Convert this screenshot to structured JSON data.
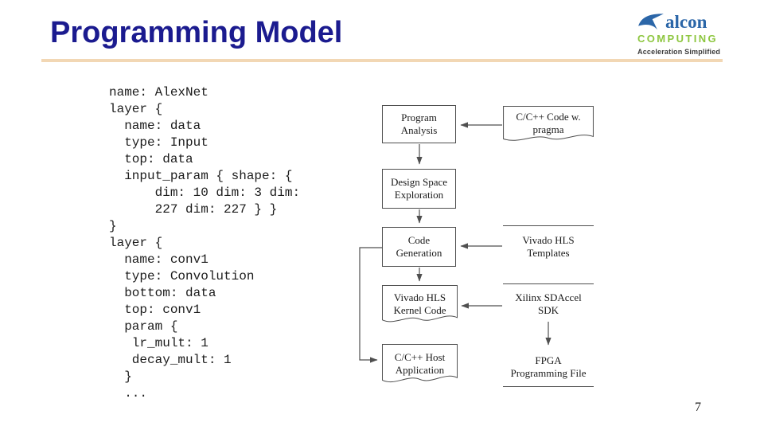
{
  "theme": {
    "title_color": "#1b1b8f",
    "rule_color": "#f2d7b4",
    "logo_blue": "#2b66a8",
    "logo_green": "#8dc63f",
    "line_color": "#4f4f4f",
    "text_color": "#1a1a1a"
  },
  "slide": {
    "title": "Programming Model",
    "page_number": "7"
  },
  "logo": {
    "name_rest": "alcon",
    "computing": "COMPUTING",
    "tagline": "Acceleration Simplified"
  },
  "code": {
    "text": "name: AlexNet\nlayer {\n  name: data\n  type: Input\n  top: data\n  input_param { shape: {\n      dim: 10 dim: 3 dim:\n      227 dim: 227 } }\n}\nlayer {\n  name: conv1\n  type: Convolution\n  bottom: data\n  top: conv1\n  param {\n   lr_mult: 1\n   decay_mult: 1\n  }\n  ..."
  },
  "flowchart": {
    "nodes": {
      "program_analysis": {
        "label": "Program\nAnalysis",
        "shape": "rect"
      },
      "design_space_exploration": {
        "label": "Design Space\nExploration",
        "shape": "rect"
      },
      "code_generation": {
        "label": "Code\nGeneration",
        "shape": "rect"
      },
      "vivado_hls_kernel_code": {
        "label": "Vivado HLS\nKernel Code",
        "shape": "document"
      },
      "cpp_host_application": {
        "label": "C/C++ Host\nApplication",
        "shape": "document"
      },
      "cpp_code_pragma": {
        "label": "C/C++ Code w.\npragma",
        "shape": "document"
      },
      "vivado_hls_templates": {
        "label": "Vivado HLS\nTemplates",
        "shape": "lined"
      },
      "xilinx_sdaccel_sdk": {
        "label": "Xilinx SDAccel\nSDK",
        "shape": "plain"
      },
      "fpga_programming_file": {
        "label": "FPGA\nProgramming File",
        "shape": "underlined"
      }
    }
  }
}
